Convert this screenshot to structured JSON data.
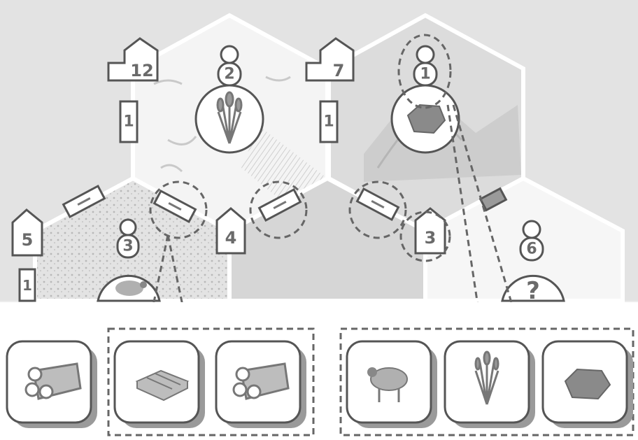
{
  "board": {
    "hexes": [
      {
        "id": "grain-hex",
        "number": "2",
        "resource_icon": "wheat-icon",
        "port_value": "12",
        "road_count": "1"
      },
      {
        "id": "ore-hex",
        "number": "1",
        "resource_icon": "ore-icon",
        "port_value": "7",
        "road_count": "1"
      },
      {
        "id": "pasture-hex",
        "number": "3",
        "resource_icon": "sheep-icon",
        "port_value": "5",
        "road_count": "1"
      },
      {
        "id": "unknown-hex",
        "number": "6",
        "resource_icon": "question-icon",
        "question_mark": "?"
      }
    ],
    "vertex_values": {
      "left": "4",
      "right": "3"
    }
  },
  "cards": [
    {
      "resource": "lumber",
      "icon": "log-icon"
    },
    {
      "resource": "brick",
      "icon": "brick-icon"
    },
    {
      "resource": "lumber",
      "icon": "log-icon"
    },
    {
      "resource": "wool",
      "icon": "sheep-icon"
    },
    {
      "resource": "grain",
      "icon": "wheat-icon"
    },
    {
      "resource": "ore",
      "icon": "ore-icon"
    }
  ],
  "colors": {
    "background": "#ececec",
    "hex_fill": "#f2f2f2",
    "outline": "#555555",
    "label_gray": "#6a6a6a"
  }
}
